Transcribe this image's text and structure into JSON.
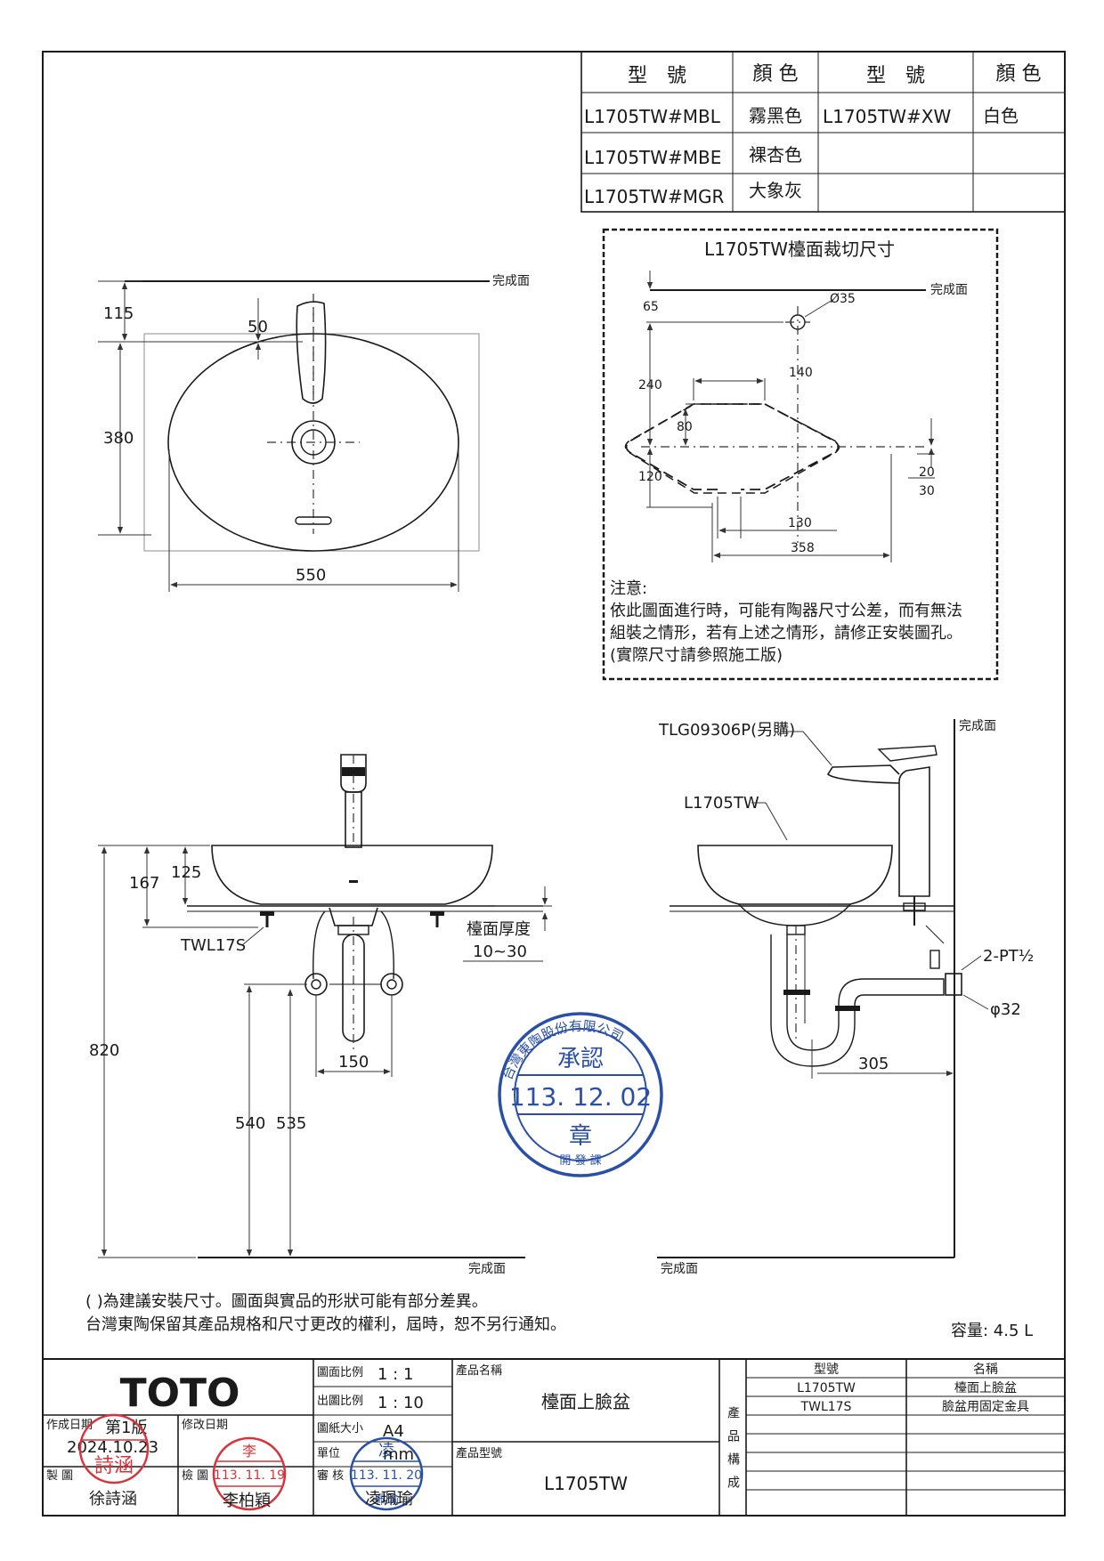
{
  "color_table": {
    "headers": [
      "型　號",
      "顏 色",
      "型　號",
      "顏 色"
    ],
    "rows": [
      [
        "L1705TW#MBL",
        "霧黑色",
        "L1705TW#XW",
        "白色"
      ],
      [
        "L1705TW#MBE",
        "裸杏色",
        "",
        ""
      ],
      [
        "L1705TW#MGR",
        "大象灰",
        "",
        ""
      ]
    ]
  },
  "finish_label": "完成面",
  "top_view": {
    "dims": {
      "d115": "115",
      "d50": "50",
      "d380": "380",
      "d550": "550"
    }
  },
  "cutout": {
    "title": "L1705TW檯面裁切尺寸",
    "dims": {
      "d65": "65",
      "phi35": "Ø35",
      "d140": "140",
      "d240": "240",
      "d80": "80",
      "d120": "120",
      "d20": "20",
      "d30": "30",
      "d130": "130",
      "d358": "358"
    },
    "note_title": "注意:",
    "note_lines": [
      "依此圖面進行時，可能有陶器尺寸公差，而有無法",
      "組裝之情形，若有上述之情形，請修正安裝圖孔。",
      "(實際尺寸請參照施工版)"
    ]
  },
  "front_view": {
    "dims": {
      "d125": "125",
      "d167": "167",
      "d820": "820",
      "d150": "150",
      "d540": "540",
      "d535": "535"
    },
    "twl": "TWL17S",
    "counter_thick_label": "檯面厚度",
    "counter_thick_value": "10~30"
  },
  "side_view": {
    "faucet": "TLG09306P(另購)",
    "basin": "L1705TW",
    "pt": "2-PT½",
    "phi32": "φ32",
    "d305": "305"
  },
  "stamp_blue": {
    "ring": "台灣東陶股份有限公司",
    "top": "承認",
    "date": "113. 12. 02",
    "bottom": "章",
    "foot": "開 發 課"
  },
  "footnotes": [
    "(  )為建議安裝尺寸。圖面與實品的形狀可能有部分差異。",
    "台灣東陶保留其產品規格和尺寸更改的權利，屆時，恕不另行通知。"
  ],
  "capacity": "容量: 4.5 L",
  "title_block": {
    "logo": "TOTO",
    "created_label": "作成日期",
    "version": "第1版",
    "created_date": "2024.10.23",
    "revise_label": "修改日期",
    "drawn_label": "製 圖",
    "drawn_name": "徐詩涵",
    "drawn_stamp": "詩涵",
    "check_label": "檢 圖",
    "check_date": "113. 11. 19",
    "check_name": "李柏穎",
    "check_stamp": "李",
    "review_label": "審 核",
    "review_date": "113. 11. 20",
    "review_name": "凌珮瑜",
    "review_stamp_top": "凌",
    "review_stamp_bottom": "珮瑜",
    "scale_label": "圖面比例",
    "scale_value": "1 : 1",
    "print_scale_label": "出圖比例",
    "print_scale_value": "1 : 10",
    "paper_label": "圖紙大小",
    "paper_value": "A4",
    "unit_label": "單位",
    "unit_value": "mm",
    "product_name_label": "產品名稱",
    "product_name": "檯面上臉盆",
    "product_model_label": "產品型號",
    "product_model": "L1705TW",
    "composition_label": "產品構成",
    "comp_header_model": "型號",
    "comp_header_name": "名稱",
    "comp_rows": [
      [
        "L1705TW",
        "檯面上臉盆"
      ],
      [
        "TWL17S",
        "臉盆用固定金具"
      ]
    ]
  }
}
